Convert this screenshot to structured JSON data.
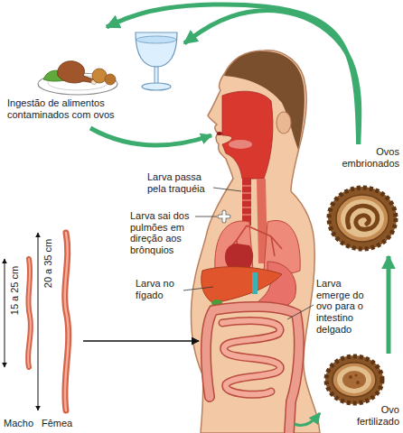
{
  "diagram": {
    "nodes": [
      {
        "text": [
          "Ingestão de alimentos contaminados com ovos"
        ]
      },
      {
        "text": [
          "Ovos embrionados"
        ]
      },
      {
        "text": [
          "Ovo fertilizado"
        ]
      }
    ],
    "edges": [
      {
        "from": 2,
        "to": 1,
        "arrow": "to"
      },
      {
        "from": 1,
        "to": 0,
        "arrow": "to"
      }
    ],
    "labels": [
      "Larva passa pela traquéia",
      "Larva sai dos pulmões em direção aos brônquios",
      "Larva no fígado",
      "Larva emerge do ovo para o intestino delgado",
      "15 a 25 cm",
      "20 a 35 cm",
      "Macho",
      "Fêmea"
    ]
  }
}
